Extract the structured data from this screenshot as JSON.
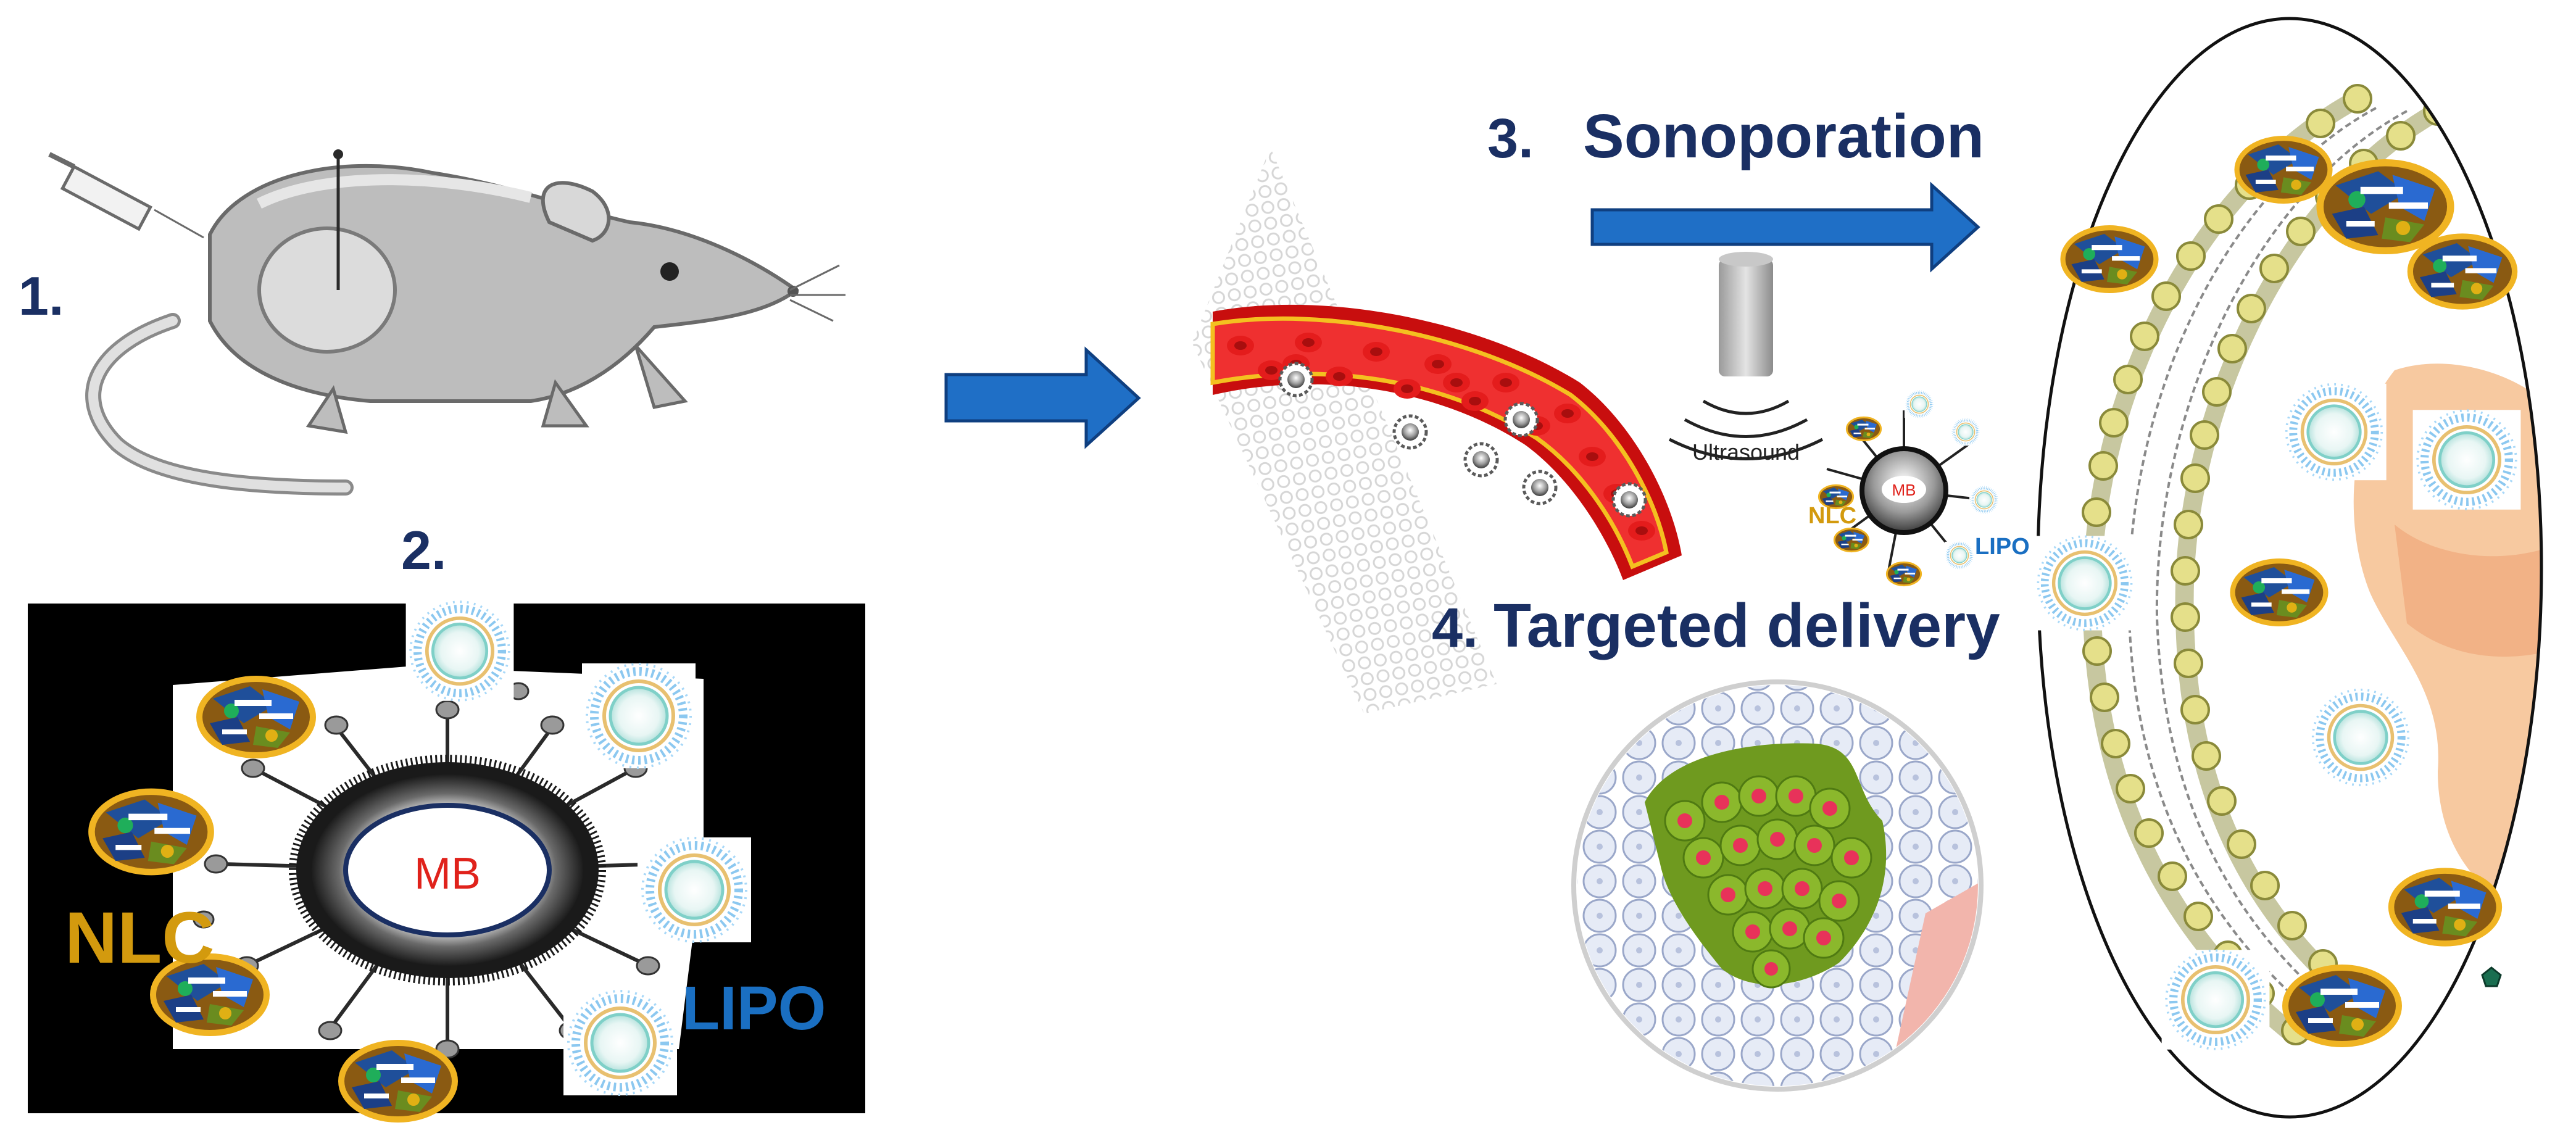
{
  "steps": {
    "step1": "1.",
    "step2": "2.",
    "step3_number": "3.",
    "step3_title": "Sonoporation",
    "step4_number": "4.",
    "step4_title": "Targeted delivery"
  },
  "labels": {
    "mb": "MB",
    "nlc": "NLC",
    "lipo": "LIPO",
    "ultrasound": "Ultrasound"
  },
  "colors": {
    "step_text": "#1a2f63",
    "arrow_blue": "#1f6fc6",
    "nlc_gold": "#d39a0e",
    "lipo_blue": "#1a6fc2",
    "mb_red": "#e0221b",
    "vessel_red": "#d41414"
  }
}
